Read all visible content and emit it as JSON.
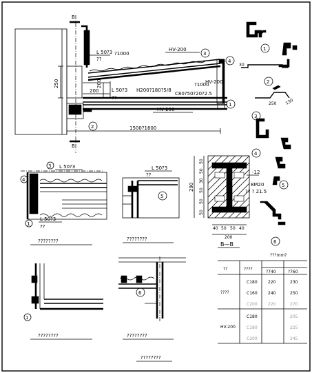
{
  "main_section": {
    "section_mark_top": "B",
    "section_mark_bottom": "B",
    "label_L50x3": "L 50?3",
    "label_L50x3_sub": "??",
    "label_at1000_top": "?1000",
    "label_HV200_top": "HV-200",
    "label_beam": "H200?180?5/8",
    "label_L50x3_mid": "L 50?3",
    "label_L50x3_mid_sub": "??",
    "label_at1000_right": "?1000",
    "label_C80x50x20x2_5": "C80?50?20?2.5",
    "label_HV200_right": "HV-200",
    "label_HV200_bottom": "HV-200",
    "dim_250": "250",
    "dim_200": "200",
    "dim_200_vertical": "200",
    "dim_total": "1500?1600",
    "detail_3": "3",
    "detail_4": "4",
    "detail_1": "1",
    "detail_2": "2"
  },
  "profiles": {
    "p1": "1",
    "p2": "2",
    "p3": "3",
    "p4": "4",
    "p5": "5",
    "p6": "6",
    "dim_30": "30",
    "dim_250": "250",
    "dim_130": "130"
  },
  "detail_left": {
    "label_L50x3": "L 50?3",
    "label_L50x3_bottom": "L 50?3",
    "label_sub": "??",
    "marker_3": "3",
    "marker_4": "4",
    "marker_1": "1",
    "caption": "????????"
  },
  "detail_middle": {
    "label_L50x3": "L 50?3",
    "label_sub": "??",
    "marker_5": "5",
    "caption": "????????"
  },
  "section_BB": {
    "dims_left": [
      "50",
      "50",
      "30",
      "50",
      "50",
      "50"
    ],
    "dim_290": "290",
    "label_minus12": "-12",
    "label_8M20": "8M20",
    "label_hole": "?? ? 21.5",
    "dims_bottom": [
      "40",
      "50",
      "50",
      "40"
    ],
    "dim_200": "200",
    "caption": "B—B"
  },
  "detail_bottom_left": {
    "marker_1": "1",
    "caption": "????????"
  },
  "detail_bottom_mid": {
    "marker_6": "6",
    "caption": "????????"
  },
  "table": {
    "unit_header": "???mm?",
    "col1_header": "??",
    "col2_header": "????",
    "col3_header": "?740",
    "col4_header": "?760",
    "group1": "????",
    "group2": "HV-200",
    "rows": [
      {
        "type": "C180",
        "a": "220",
        "b": "230"
      },
      {
        "type": "C160",
        "a": "240",
        "b": "250"
      },
      {
        "type": "C200",
        "a": "220",
        "b": "270"
      },
      {
        "type": "C180",
        "a": "",
        "b": "205"
      },
      {
        "type": "C180",
        "a": "",
        "b": "225"
      },
      {
        "type": "C200",
        "a": "",
        "b": "245"
      }
    ]
  },
  "bottom_caption": "????????"
}
